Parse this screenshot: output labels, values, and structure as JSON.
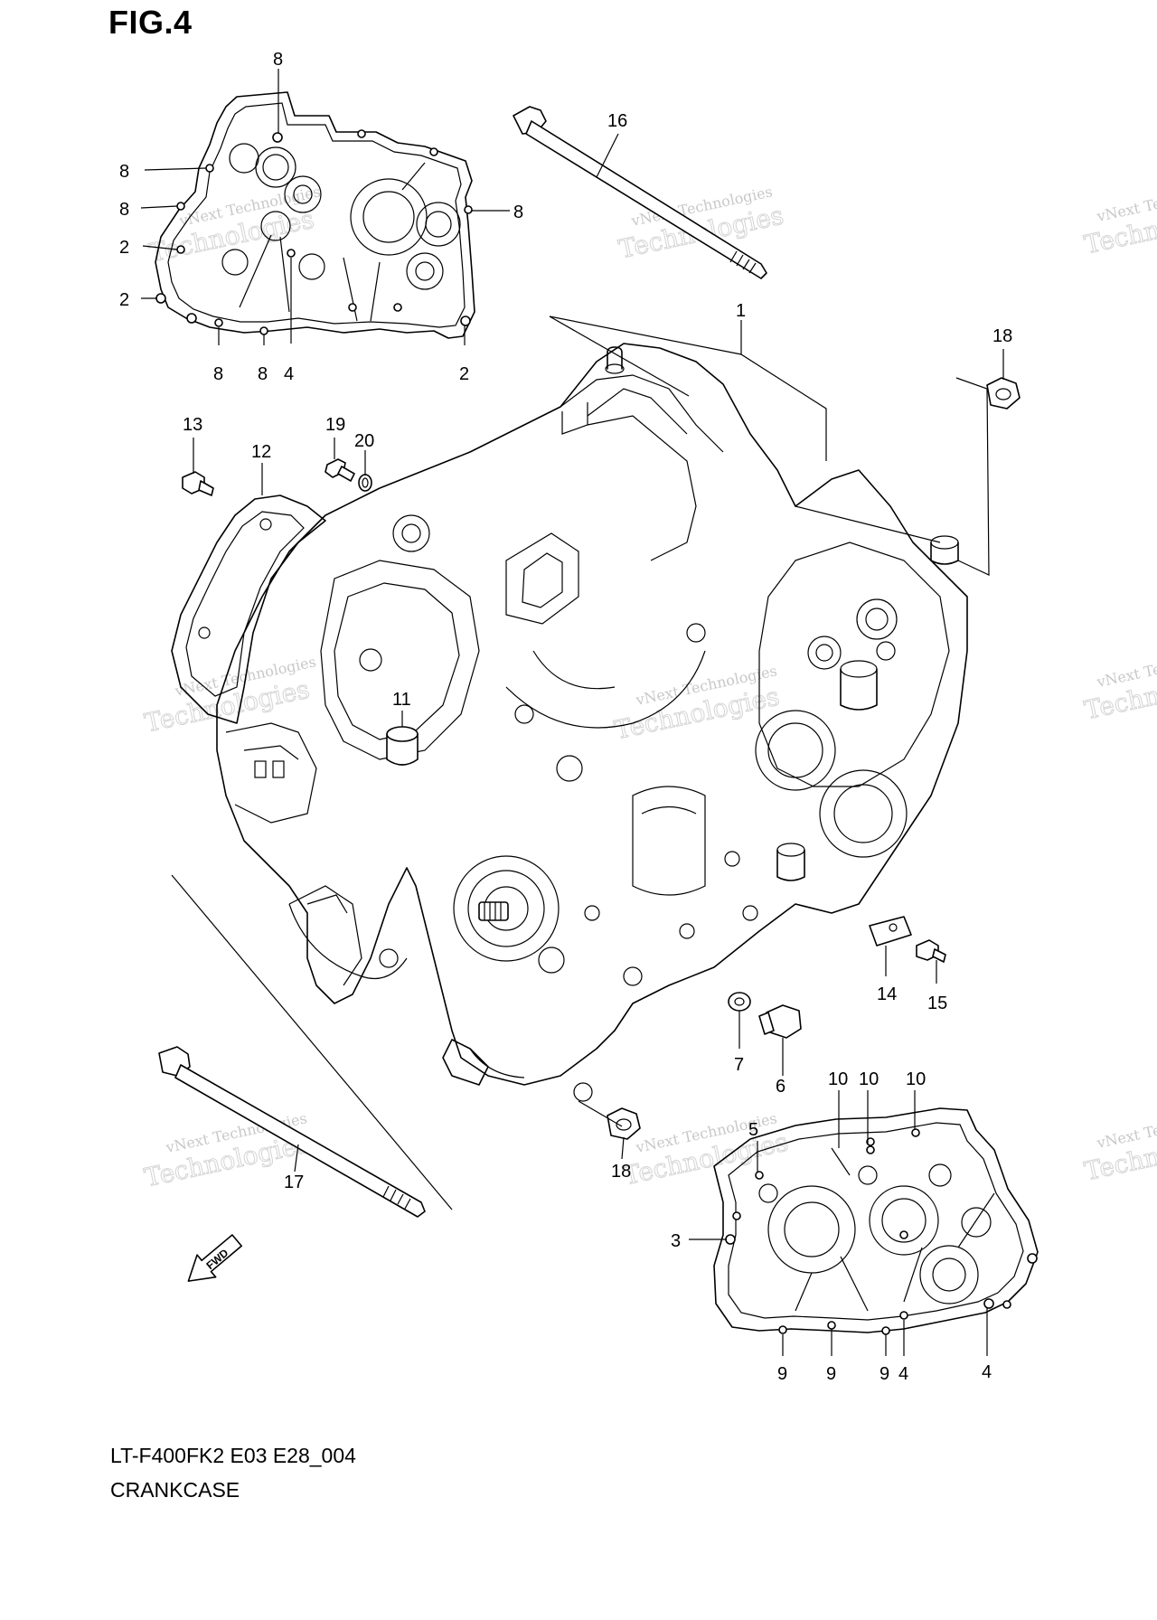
{
  "figure": {
    "title": "FIG.4",
    "model_code": "LT-F400FK2 E03 E28_004",
    "part_name": "CRANKCASE"
  },
  "watermark": {
    "line1": "vNext Technologies",
    "line2": "Technologies"
  },
  "fwd_label": "FWD",
  "callouts": [
    {
      "id": "c-8a",
      "label": "8"
    },
    {
      "id": "c-8b",
      "label": "8"
    },
    {
      "id": "c-8c",
      "label": "8"
    },
    {
      "id": "c-8d",
      "label": "8"
    },
    {
      "id": "c-8e",
      "label": "8"
    },
    {
      "id": "c-8f",
      "label": "8"
    },
    {
      "id": "c-2a",
      "label": "2"
    },
    {
      "id": "c-2b",
      "label": "2"
    },
    {
      "id": "c-2c",
      "label": "2"
    },
    {
      "id": "c-4a",
      "label": "4"
    },
    {
      "id": "c-16",
      "label": "16"
    },
    {
      "id": "c-1",
      "label": "1"
    },
    {
      "id": "c-18a",
      "label": "18"
    },
    {
      "id": "c-13",
      "label": "13"
    },
    {
      "id": "c-19",
      "label": "19"
    },
    {
      "id": "c-20",
      "label": "20"
    },
    {
      "id": "c-12",
      "label": "12"
    },
    {
      "id": "c-11",
      "label": "11"
    },
    {
      "id": "c-14",
      "label": "14"
    },
    {
      "id": "c-15",
      "label": "15"
    },
    {
      "id": "c-7",
      "label": "7"
    },
    {
      "id": "c-6",
      "label": "6"
    },
    {
      "id": "c-10a",
      "label": "10"
    },
    {
      "id": "c-10b",
      "label": "10"
    },
    {
      "id": "c-10c",
      "label": "10"
    },
    {
      "id": "c-5",
      "label": "5"
    },
    {
      "id": "c-18b",
      "label": "18"
    },
    {
      "id": "c-17",
      "label": "17"
    },
    {
      "id": "c-3",
      "label": "3"
    },
    {
      "id": "c-9a",
      "label": "9"
    },
    {
      "id": "c-9b",
      "label": "9"
    },
    {
      "id": "c-9c",
      "label": "9"
    },
    {
      "id": "c-4b",
      "label": "4"
    },
    {
      "id": "c-4c",
      "label": "4"
    }
  ]
}
